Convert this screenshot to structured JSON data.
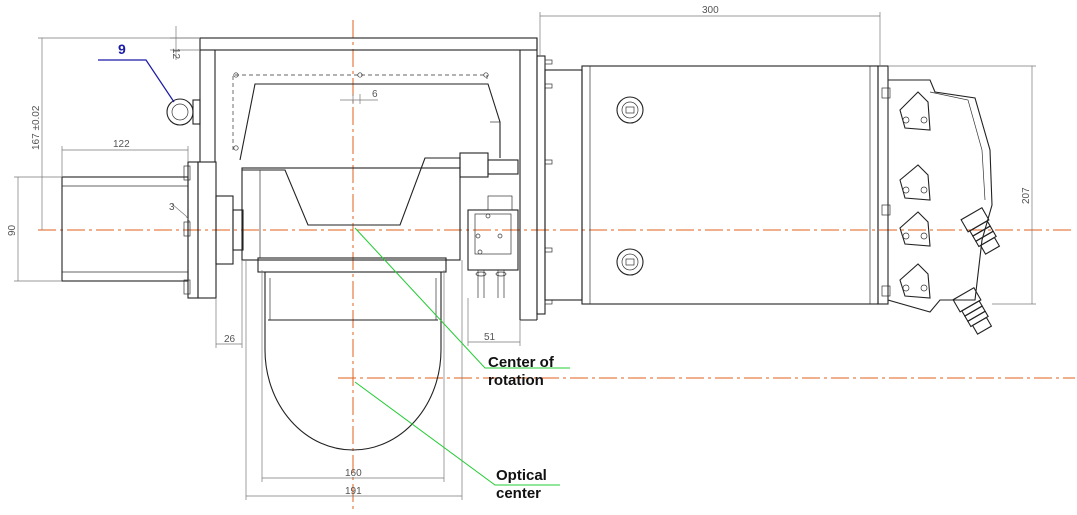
{
  "balloon_label": "9",
  "callouts": {
    "center_of_rotation": [
      "Center of",
      "rotation"
    ],
    "optical_center": [
      "Optical",
      "center"
    ]
  },
  "dimensions": {
    "d300": "300",
    "d12": "12",
    "d6": "6",
    "d167": "167 ±0.02",
    "d122": "122",
    "d3": "3",
    "d90": "90",
    "d207": "207",
    "d26": "26",
    "d51": "51",
    "d160": "160",
    "d191": "191"
  },
  "colors": {
    "centerline": "#e0601c",
    "leader": "#22cc33",
    "balloon": "#1a1aa8",
    "lines": "#222222"
  }
}
